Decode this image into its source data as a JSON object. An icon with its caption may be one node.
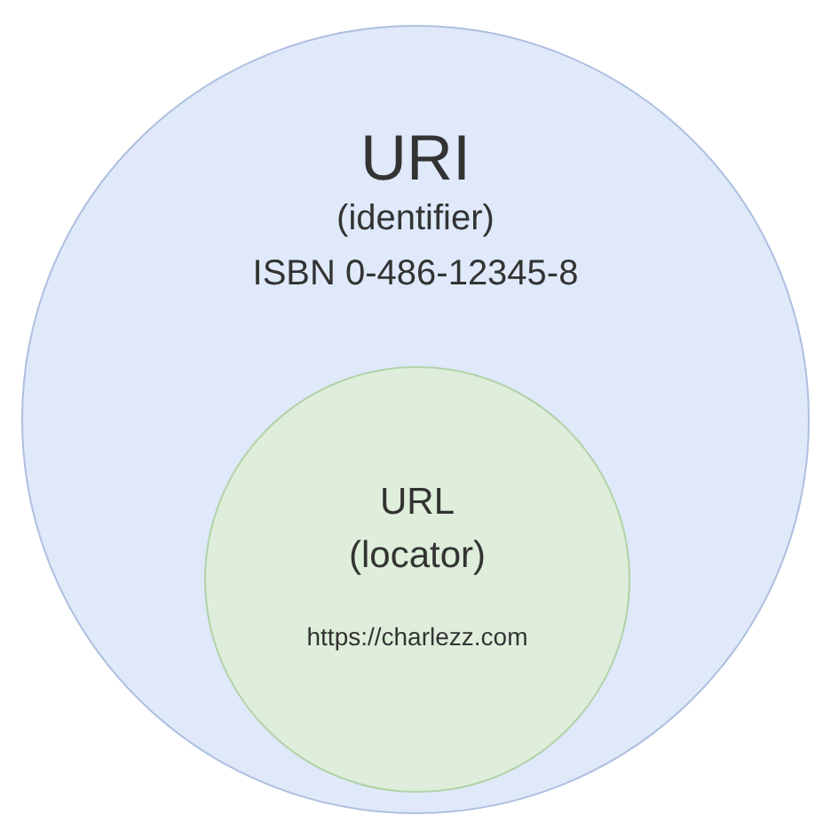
{
  "diagram": {
    "nodes": [
      {
        "text": [
          "URI",
          "(identifier)",
          "ISBN 0-486-12345-8"
        ]
      },
      {
        "text": [
          "URL",
          "(locator)",
          "https://charlezz.com"
        ],
        "in": 0
      }
    ]
  }
}
